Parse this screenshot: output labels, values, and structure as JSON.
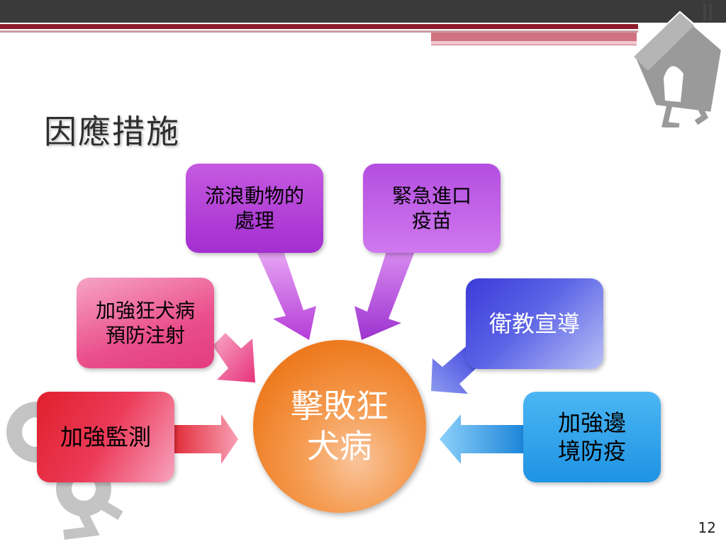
{
  "slide": {
    "title": "因應措施",
    "page_number": "12"
  },
  "diagram": {
    "center": "擊敗狂\n犬病",
    "nodes": [
      {
        "id": "stray",
        "label": "流浪動物的\n處理"
      },
      {
        "id": "vaccine",
        "label": "緊急進口\n疫苗"
      },
      {
        "id": "rabies_vaccination",
        "label": "加強狂犬病\n預防注射"
      },
      {
        "id": "education",
        "label": "衛教宣導"
      },
      {
        "id": "monitoring",
        "label": "加強監測"
      },
      {
        "id": "border",
        "label": "加強邊\n境防疫"
      }
    ]
  },
  "colors": {
    "purple": "#b13dd6",
    "pink": "#e8407f",
    "red": "#e0232e",
    "blue": "#4a5be0",
    "sky": "#2a9fe6",
    "orange": "#f08a2c"
  },
  "icons": [
    "house-icon",
    "magnifier-icon"
  ]
}
